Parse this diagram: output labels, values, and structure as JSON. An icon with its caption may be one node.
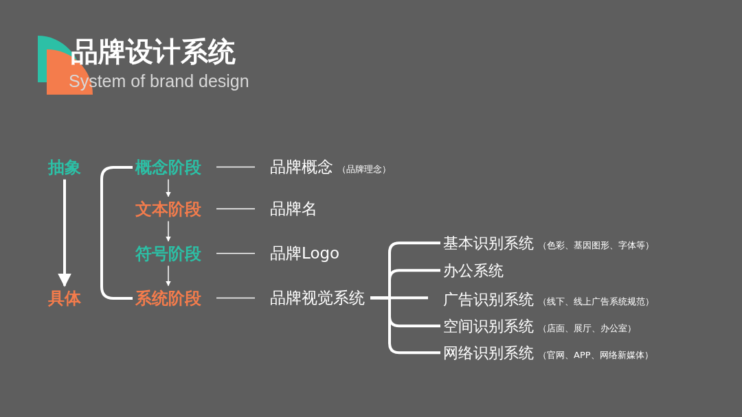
{
  "diagram": {
    "title": "品牌设计系统",
    "nodes": [
      {
        "text": [
          "抽象"
        ]
      },
      {
        "text": [
          "具体"
        ]
      },
      {
        "text": [
          "概念阶段"
        ]
      },
      {
        "text": [
          "文本阶段"
        ]
      },
      {
        "text": [
          "符号阶段"
        ]
      },
      {
        "text": [
          "系统阶段"
        ]
      },
      {
        "text": [
          "品牌概念"
        ],
        "beside": [
          "（品牌理念）"
        ]
      },
      {
        "text": [
          "品牌名"
        ]
      },
      {
        "text": [
          "品牌Logo"
        ]
      },
      {
        "text": [
          "品牌视觉系统"
        ]
      },
      {
        "text": [
          "基本识别系统"
        ],
        "beside": [
          "（色彩、基因图形、字体等）"
        ]
      },
      {
        "text": [
          "办公系统"
        ]
      },
      {
        "text": [
          "广告识别系统"
        ],
        "beside": [
          "（线下、线上广告系统规范）"
        ]
      },
      {
        "text": [
          "空间识别系统"
        ],
        "beside": [
          "（店面、展厅、办公室）"
        ]
      },
      {
        "text": [
          "网络识别系统"
        ],
        "beside": [
          "（官网、APP、网络新媒体）"
        ]
      }
    ],
    "edges": [
      {
        "from": 0,
        "to": 1,
        "arrow": "to",
        "style": "thick"
      },
      {
        "from": 2,
        "to": 3,
        "arrow": "to"
      },
      {
        "from": 3,
        "to": 4,
        "arrow": "to"
      },
      {
        "from": 4,
        "to": 5,
        "arrow": "to"
      },
      {
        "from": 2,
        "to": 6,
        "arrow": "none"
      },
      {
        "from": 3,
        "to": 7,
        "arrow": "none"
      },
      {
        "from": 4,
        "to": 8,
        "arrow": "none"
      },
      {
        "from": 5,
        "to": 9,
        "arrow": "none"
      },
      {
        "from": 9,
        "to": 10,
        "arrow": "none",
        "style": "thick"
      },
      {
        "from": 9,
        "to": 11,
        "arrow": "none",
        "style": "thick"
      },
      {
        "from": 9,
        "to": 12,
        "arrow": "none",
        "style": "thick"
      },
      {
        "from": 9,
        "to": 13,
        "arrow": "none",
        "style": "thick"
      },
      {
        "from": 9,
        "to": 14,
        "arrow": "none",
        "style": "thick"
      }
    ],
    "labels": [
      "System of brand design"
    ]
  }
}
